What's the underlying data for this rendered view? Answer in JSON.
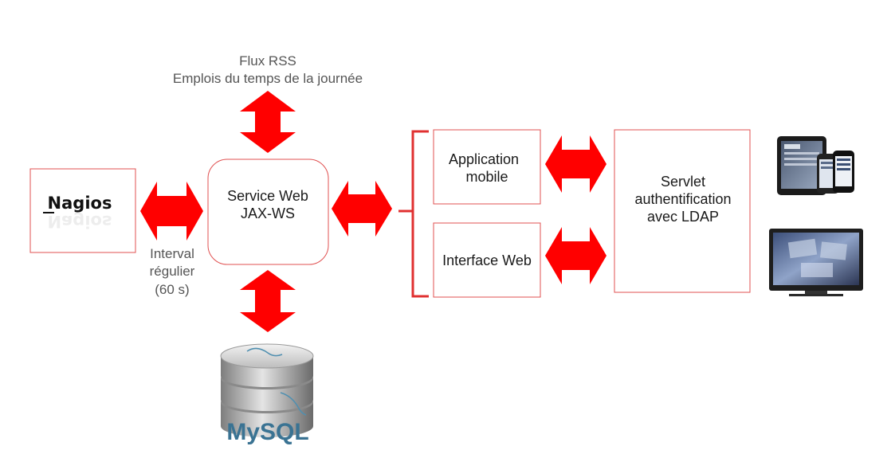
{
  "diagram": {
    "rss_label": {
      "line1": "Flux RSS",
      "line2": "Emplois du temps de la journée"
    },
    "nagios": {
      "logo_text": "Nagios"
    },
    "interval_label": {
      "line1": "Interval",
      "line2": "régulier",
      "line3": "(60 s)"
    },
    "service_web": {
      "line1": "Service Web",
      "line2": "JAX-WS"
    },
    "app_mobile": {
      "line1": "Application",
      "line2": "mobile"
    },
    "interface_web": {
      "label": "Interface Web"
    },
    "servlet": {
      "line1": "Servlet",
      "line2": "authentification",
      "line3": "avec LDAP"
    },
    "mysql": {
      "logo_text": "MySQL"
    },
    "colors": {
      "arrow": "#ff0000",
      "box_border": "#e05050",
      "text": "#1a1a1a",
      "label_grey": "#555555"
    },
    "icons": [
      "nagios-logo",
      "mysql-database-icon",
      "mobile-devices-icon",
      "tv-screen-icon"
    ]
  }
}
